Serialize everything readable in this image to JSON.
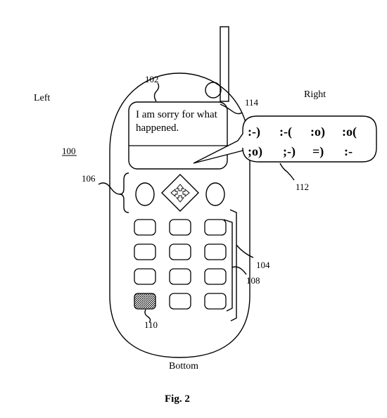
{
  "directions": {
    "left": "Left",
    "right": "Right",
    "bottom": "Bottom"
  },
  "screen": {
    "line1": "I am sorry for what",
    "line2": "happened."
  },
  "emoticons": {
    "row1": [
      ":-)",
      ":-(",
      ":o)",
      ":o("
    ],
    "row2": [
      ";o)",
      ";-)",
      "=)",
      ":-"
    ]
  },
  "refs": {
    "r100": "100",
    "r102": "102",
    "r104": "104",
    "r106": "106",
    "r108": "108",
    "r110": "110",
    "r112": "112",
    "r114": "114"
  },
  "caption": "Fig. 2"
}
